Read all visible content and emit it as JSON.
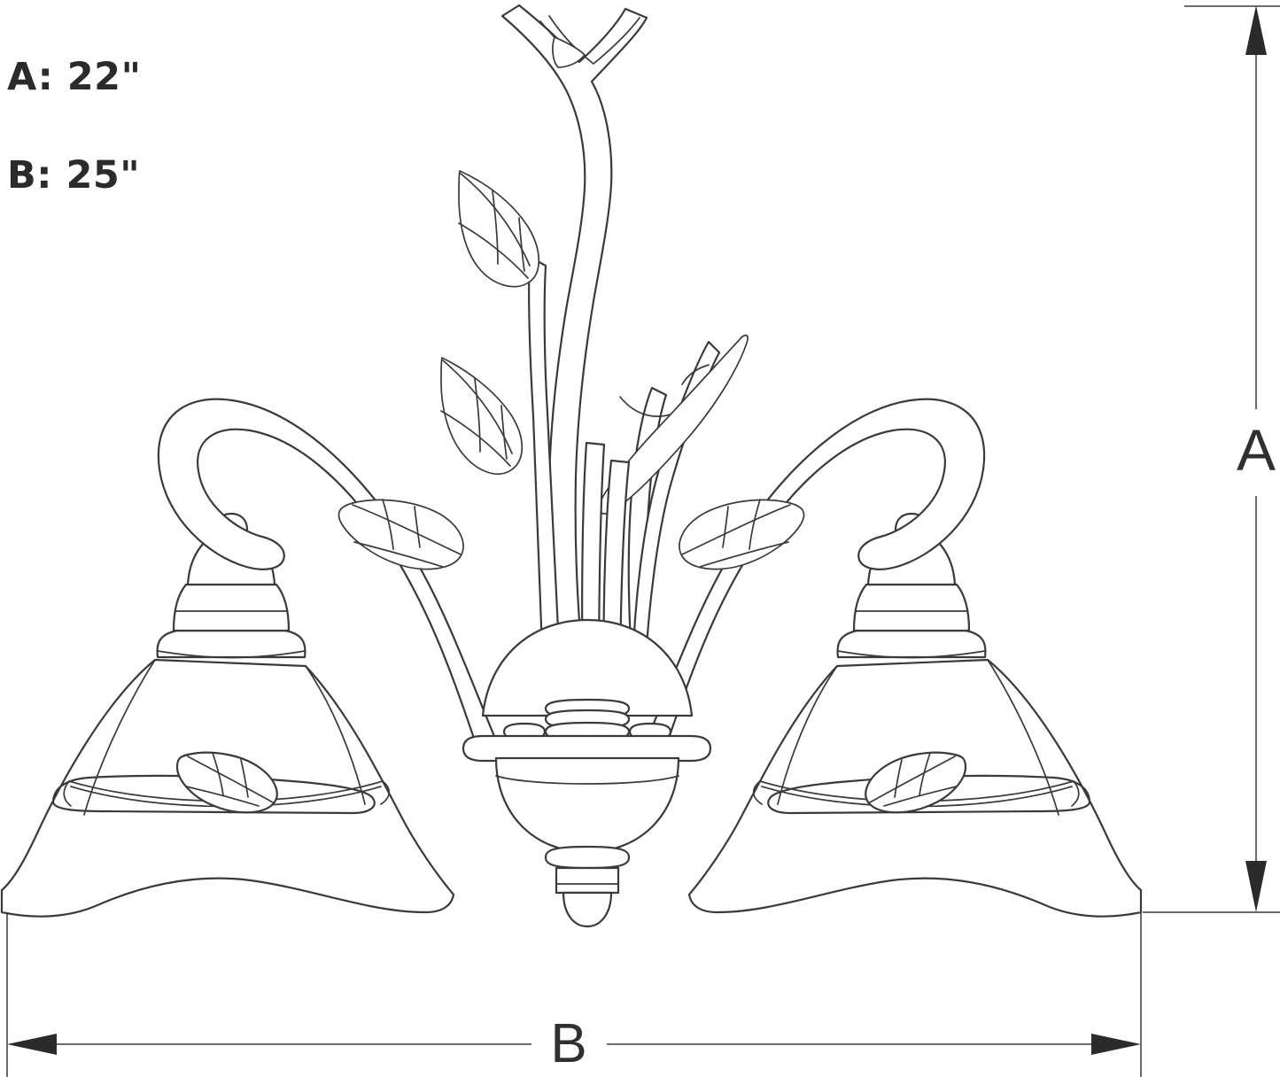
{
  "document": {
    "type": "technical-dimension-drawing",
    "subject": "three-light chandelier with leaf and vine scroll arms",
    "background_color": "#ffffff",
    "line_color": "#3a3a3a",
    "dimension_line_color": "#6b6b6b",
    "arrow_color": "#2b2b2b",
    "text_color": "#2b2b2b"
  },
  "legend": {
    "items": [
      {
        "key": "A",
        "label": "A: 22\"",
        "value": "22\"",
        "dimension": "height"
      },
      {
        "key": "B",
        "label": "B: 25\"",
        "value": "25\"",
        "dimension": "width"
      }
    ]
  },
  "dimensions": {
    "vertical": {
      "label": "A",
      "orientation": "vertical",
      "position": "right",
      "arrow_top": "up",
      "arrow_bottom": "down"
    },
    "horizontal": {
      "label": "B",
      "orientation": "horizontal",
      "position": "bottom",
      "arrow_left": "left",
      "arrow_right": "right"
    }
  }
}
